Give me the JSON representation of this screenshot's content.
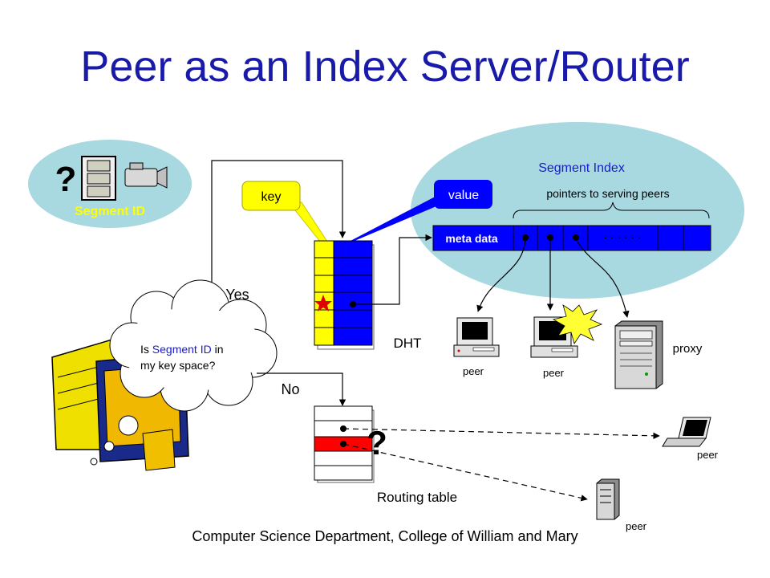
{
  "slide": {
    "title": "Peer as an Index Server/Router",
    "footer": "Computer Science Department, College of William and Mary"
  },
  "segment_id": {
    "question": "?",
    "label": "Segment ID",
    "label_color": "#ffff00",
    "bubble_color": "#a8d8e0"
  },
  "segment_index": {
    "title": "Segment Index",
    "pointers_label": "pointers to serving peers",
    "meta_label": "meta data",
    "dots": "· · · · · ·",
    "value_label": "value",
    "blue": "#0000ff"
  },
  "dht": {
    "label": "DHT",
    "key_label": "key",
    "key_color": "#ffff00"
  },
  "flow": {
    "yes": "Yes",
    "no": "No",
    "cloud_text_1": "Is ",
    "cloud_text_seg": "Segment ID",
    "cloud_text_2": " in",
    "cloud_text_3": "my key space?"
  },
  "routing": {
    "label": "Routing table",
    "question": "?",
    "highlight_color": "#ff0000"
  },
  "nodes": {
    "peer_a": "peer",
    "peer_b": "peer",
    "proxy": "proxy",
    "peer_laptop": "peer",
    "peer_server": "peer"
  }
}
